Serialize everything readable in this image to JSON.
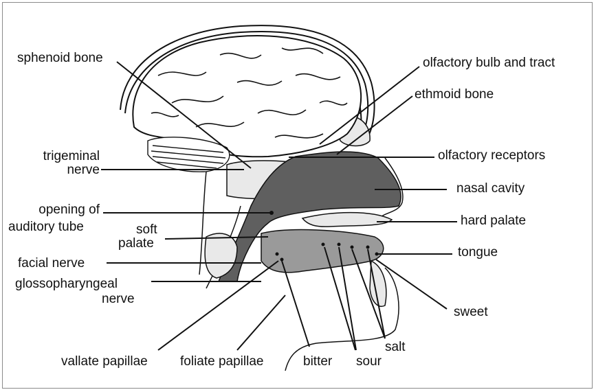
{
  "labels": {
    "sphenoid_bone": "sphenoid bone",
    "olfactory_bulb": "olfactory bulb and tract",
    "ethmoid_bone": "ethmoid bone",
    "trigeminal_1": "trigeminal",
    "trigeminal_2": "nerve",
    "olfactory_receptors": "olfactory receptors",
    "nasal_cavity": "nasal cavity",
    "opening_1": "opening of",
    "opening_2": "auditory tube",
    "soft_palate_1": "soft",
    "soft_palate_2": "palate",
    "hard_palate": "hard palate",
    "facial_nerve": "facial nerve",
    "tongue": "tongue",
    "glosso_1": "glossopharyngeal",
    "glosso_2": "nerve",
    "sweet": "sweet",
    "salt": "salt",
    "vallate": "vallate papillae",
    "foliate": "foliate papillae",
    "bitter": "bitter",
    "sour": "sour"
  },
  "colors": {
    "line": "#111111",
    "cavity": "#5f5f5f",
    "tongue": "#9a9a9a",
    "bone": "#e9e9e9"
  }
}
